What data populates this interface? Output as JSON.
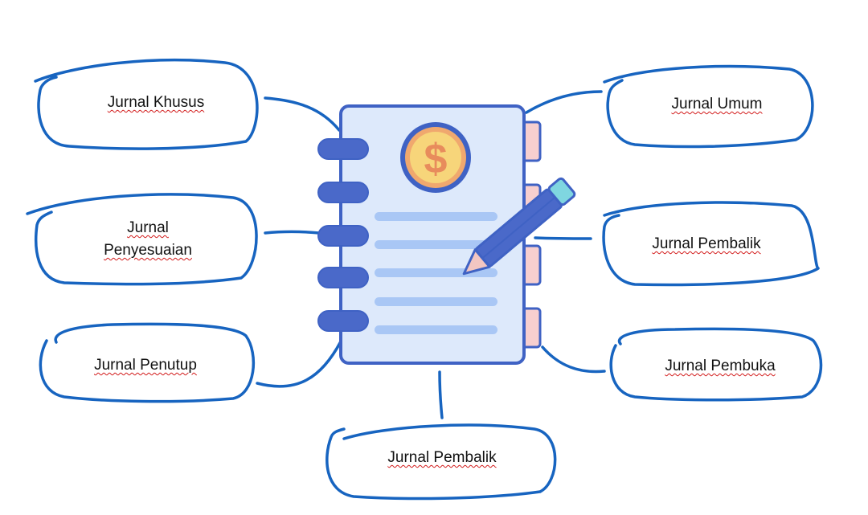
{
  "labels": {
    "khusus": "Jurnal Khusus",
    "umum": "Jurnal Umum",
    "penyesuaian_line1": "Jurnal",
    "penyesuaian_line2": "Penyesuaian",
    "pembalik_right": "Jurnal Pembalik",
    "penutup": "Jurnal Penutup",
    "pembuka": "Jurnal Pembuka",
    "pembalik_bottom": "Jurnal Pembalik"
  },
  "icon": {
    "name": "notebook-dollar-pencil-icon",
    "coin_symbol": "$"
  },
  "colors": {
    "outline": "#1764c0",
    "notebook_fill": "#dde9fb",
    "notebook_stroke": "#3f62c4",
    "ring_fill": "#4a69c9",
    "line_fill": "#a9c7f5",
    "coin_fill": "#f7d57a",
    "tab_fill": "#f7cfcf",
    "pencil_body": "#4a69c9",
    "pencil_tip": "#f3c6c2",
    "eraser": "#7fd6e0"
  }
}
